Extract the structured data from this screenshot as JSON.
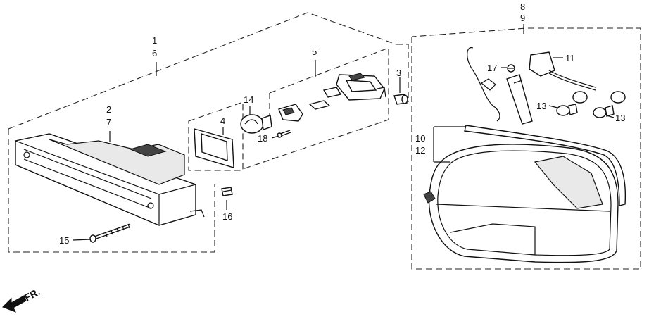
{
  "diagram": {
    "labels": {
      "l1": "1",
      "l6": "6",
      "l2": "2",
      "l7": "7",
      "l5": "5",
      "l3": "3",
      "l14": "14",
      "l4": "4",
      "l18": "18",
      "l16": "16",
      "l15": "15",
      "l8": "8",
      "l9": "9",
      "l17": "17",
      "l11": "11",
      "l13a": "13",
      "l13b": "13",
      "l10": "10",
      "l12": "12"
    },
    "direction_label": "FR."
  }
}
